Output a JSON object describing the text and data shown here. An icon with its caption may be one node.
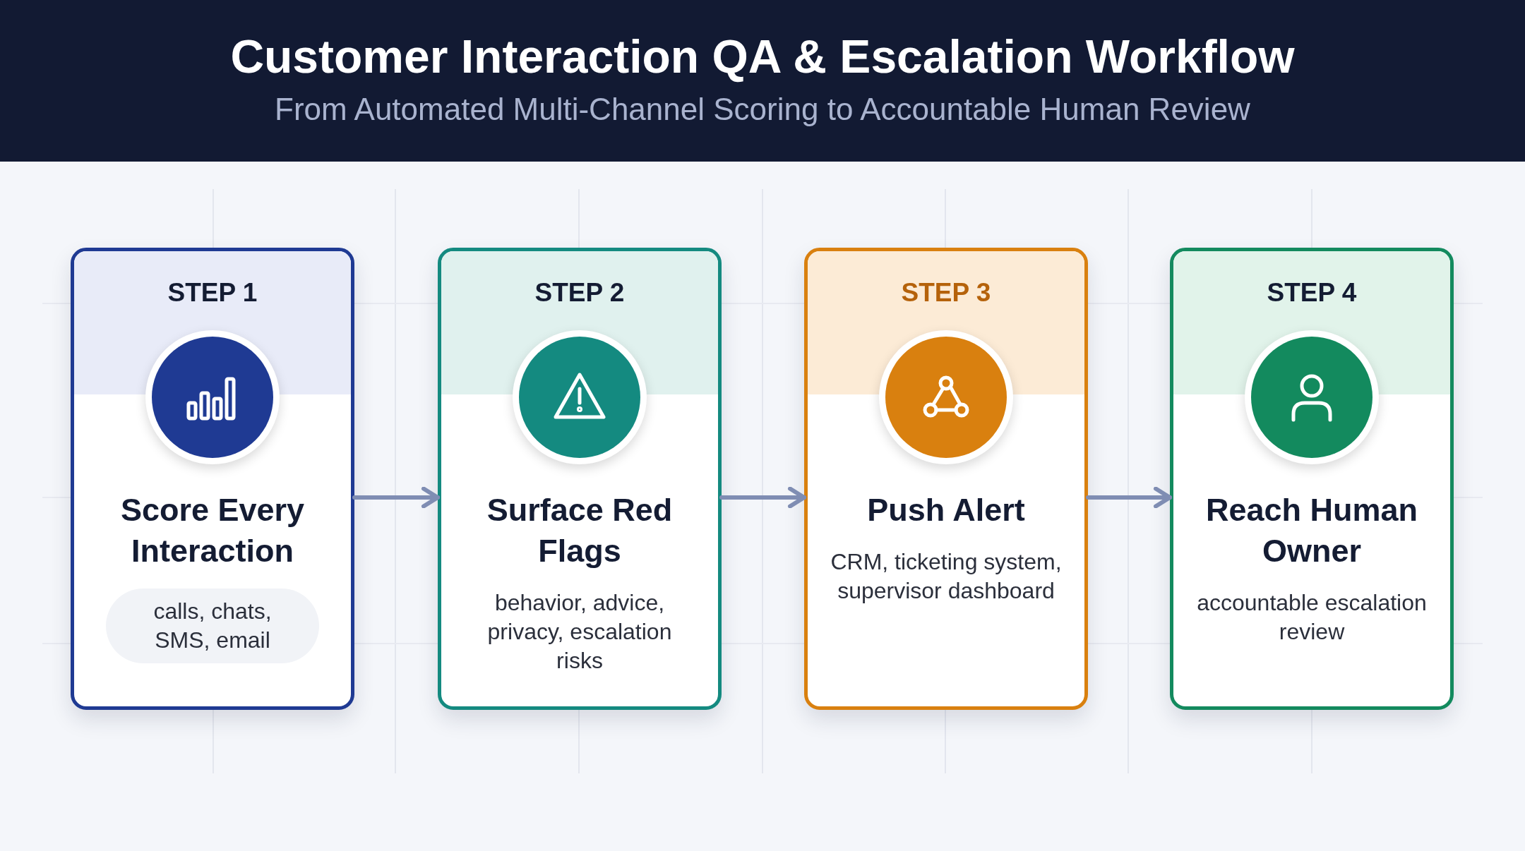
{
  "diagram": {
    "title": "Customer Interaction QA & Escalation Workflow",
    "caption": "From Automated Multi-Channel Scoring to Accountable Human Review",
    "nodes": [
      {
        "text": [
          "STEP 1",
          "Score Every Interaction"
        ]
      },
      {
        "text": [
          "calls, chats, SMS, email"
        ],
        "in": 0
      },
      {
        "text": [
          "STEP 2",
          "Surface Red Flags",
          "behavior, advice, privacy, escalation risks"
        ]
      },
      {
        "text": [
          "STEP 3",
          "Push Alert",
          "CRM, ticketing system, supervisor dashboard"
        ]
      },
      {
        "text": [
          "STEP 4",
          "Reach Human Owner",
          "accountable escalation review"
        ]
      }
    ],
    "edges": [
      {
        "from": 0,
        "to": 2,
        "arrow": "to"
      },
      {
        "from": 2,
        "to": 3,
        "arrow": "to"
      },
      {
        "from": 3,
        "to": 4,
        "arrow": "to"
      }
    ]
  }
}
